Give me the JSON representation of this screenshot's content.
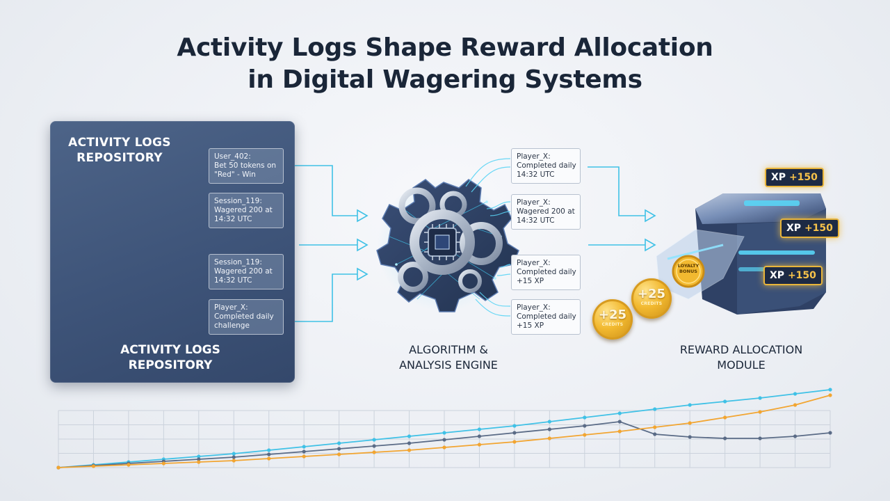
{
  "title": {
    "line1": "Activity Logs Shape Reward Allocation",
    "line2": "in Digital Wagering Systems"
  },
  "repository": {
    "title_top": "Activity Logs Repository",
    "title_bottom": "Activity Logs Repository",
    "logs": [
      {
        "lines": [
          "User_402:",
          "Bet 50 tokens on",
          "\"Red\" - Win"
        ]
      },
      {
        "lines": [
          "Session_119:",
          "Wagered 200 at",
          "14:32 UTC"
        ]
      },
      {
        "lines": [
          "Session_119:",
          "Wagered 200 at",
          "14:32 UTC"
        ]
      },
      {
        "lines": [
          "Player_X:",
          "Completed daily",
          "challenge"
        ]
      }
    ]
  },
  "engine": {
    "label_line1": "Algorithm &",
    "label_line2": "Analysis Engine",
    "logs": [
      {
        "lines": [
          "Player_X:",
          "Completed daily",
          "14:32 UTC"
        ]
      },
      {
        "lines": [
          "Player_X:",
          "Wagered 200 at",
          "14:32 UTC"
        ]
      },
      {
        "lines": [
          "Player_X:",
          "Completed daily",
          "+15 XP"
        ]
      },
      {
        "lines": [
          "Player_X:",
          "Completed daily",
          "+15 XP"
        ]
      }
    ]
  },
  "reward": {
    "label_line1": "Reward Allocation",
    "label_line2": "Module",
    "xp_badges": [
      {
        "prefix": "XP ",
        "value": "+150"
      },
      {
        "prefix": "XP ",
        "value": "+150"
      },
      {
        "prefix": "XP ",
        "value": "+150"
      }
    ],
    "coins": [
      {
        "big": "+25",
        "small": "Credits"
      },
      {
        "big": "+25",
        "small": "Credits"
      }
    ],
    "loyalty_coin": {
      "line1": "Loyalty",
      "line2": "Bonus"
    }
  },
  "colors": {
    "accent_cyan": "#3fc1e6",
    "trend_orange": "#f2a531",
    "trend_slate": "#5a6b86",
    "gold": "#f2b930"
  },
  "trend_chart": {
    "series": [
      {
        "color": "#3fc1e6",
        "values": [
          0,
          4,
          8,
          12,
          16,
          20,
          25,
          30,
          35,
          40,
          45,
          50,
          55,
          60,
          66,
          72,
          78,
          84,
          90,
          95,
          100,
          106,
          112
        ]
      },
      {
        "color": "#5a6b86",
        "values": [
          0,
          3,
          6,
          9,
          12,
          15,
          19,
          23,
          27,
          31,
          35,
          40,
          45,
          50,
          55,
          60,
          66,
          48,
          44,
          42,
          42,
          45,
          50
        ]
      },
      {
        "color": "#f2a531",
        "values": [
          0,
          2,
          4,
          6,
          8,
          10,
          13,
          16,
          19,
          22,
          25,
          29,
          33,
          37,
          42,
          47,
          52,
          58,
          64,
          72,
          80,
          90,
          104
        ]
      }
    ]
  }
}
